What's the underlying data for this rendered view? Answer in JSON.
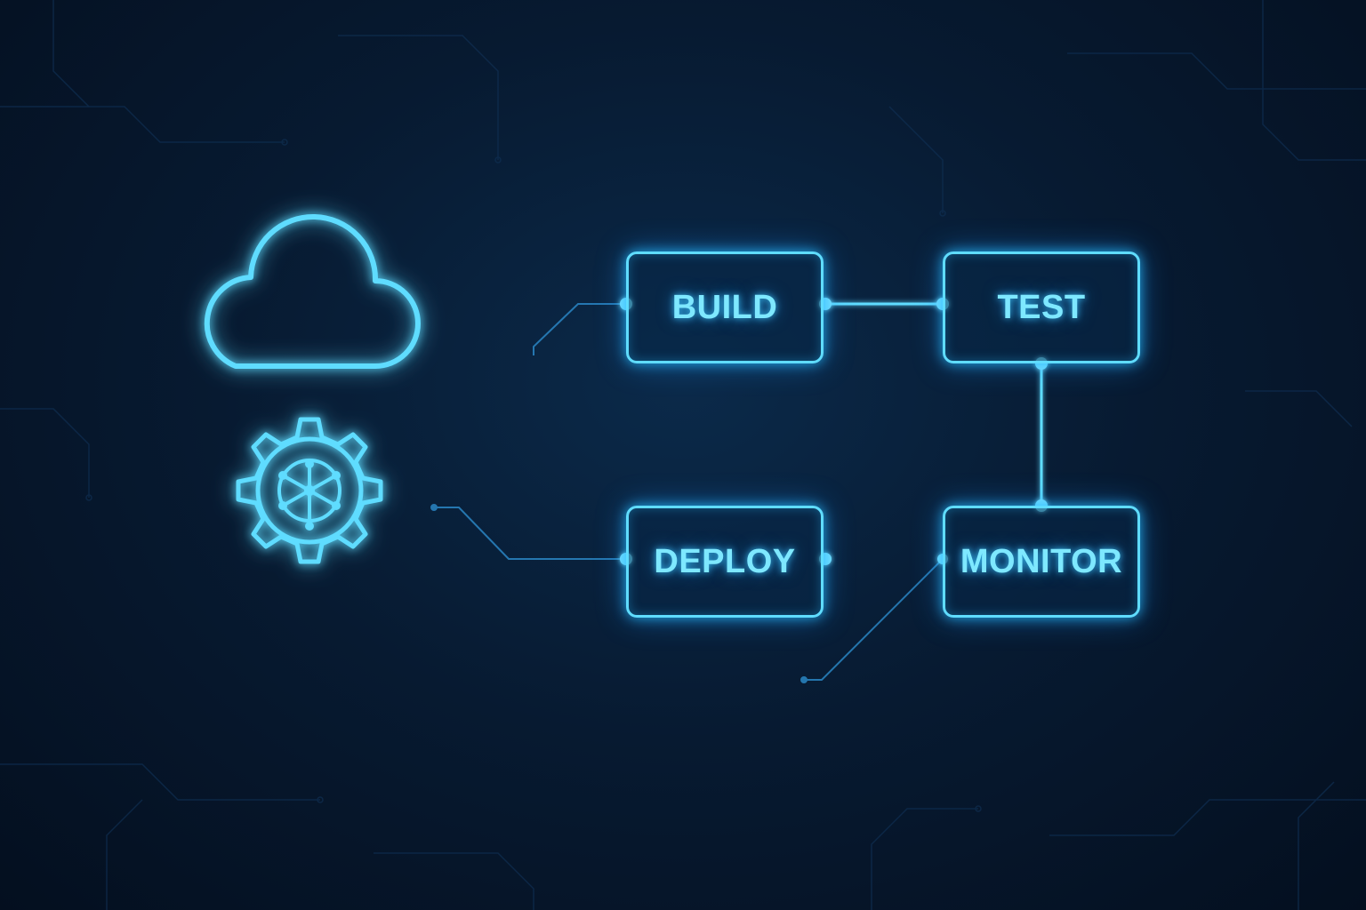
{
  "diagram": {
    "stages": {
      "build": "BUILD",
      "test": "TEST",
      "deploy": "DEPLOY",
      "monitor": "MONITOR"
    },
    "icons": [
      "cloud-icon",
      "kubernetes-gear-icon"
    ],
    "colors": {
      "background": "#061830",
      "glow": "#5fdcff",
      "label": "#7ee8ff",
      "trace": "#1d5f8f"
    }
  }
}
